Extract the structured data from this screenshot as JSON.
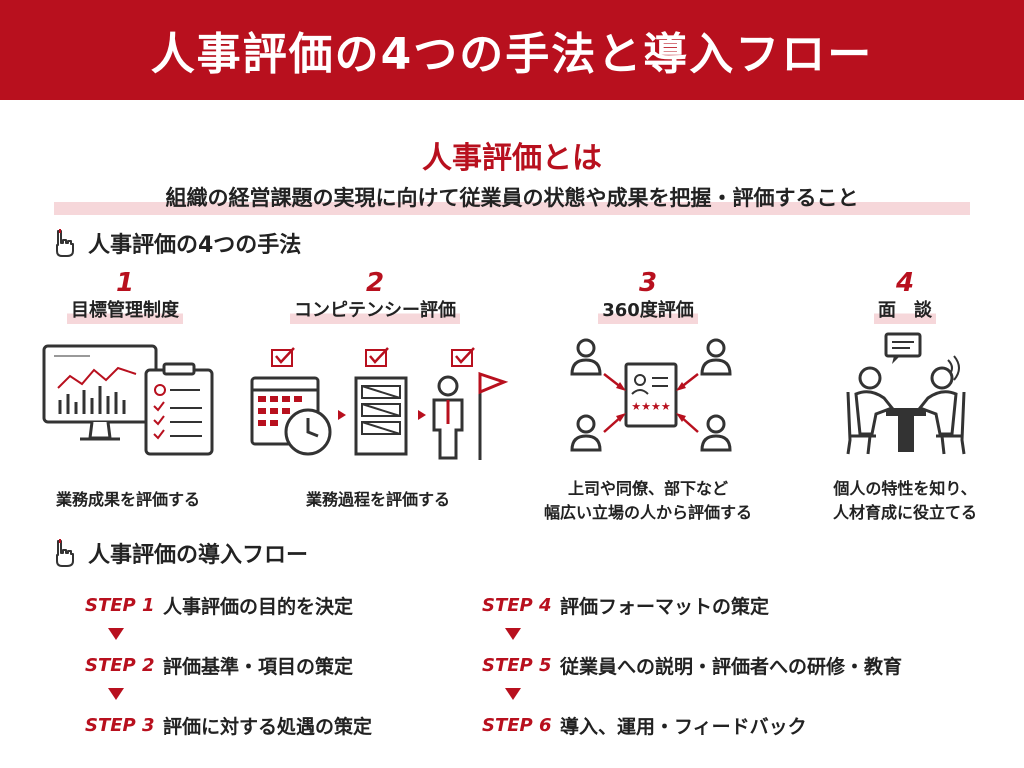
{
  "banner": {
    "title": "人事評価の4つの手法と導入フロー"
  },
  "definition": {
    "title": "人事評価とは",
    "text": "組織の経営課題の実現に向けて従業員の状態や成果を把握・評価すること"
  },
  "methods_section": {
    "heading": "人事評価の4つの手法"
  },
  "methods": [
    {
      "number": "1",
      "name": "目標管理制度",
      "desc1": "業務成果を評価する",
      "desc2": ""
    },
    {
      "number": "2",
      "name": "コンピテンシー評価",
      "desc1": "業務過程を評価する",
      "desc2": ""
    },
    {
      "number": "3",
      "name": "360度評価",
      "desc1": "上司や同僚、部下など",
      "desc2": "幅広い立場の人から評価する"
    },
    {
      "number": "4",
      "name": "面　談",
      "desc1": "個人の特性を知り、",
      "desc2": "人材育成に役立てる"
    }
  ],
  "flow_section": {
    "heading": "人事評価の導入フロー"
  },
  "steps": [
    {
      "label": "STEP 1",
      "text": "人事評価の目的を決定"
    },
    {
      "label": "STEP 2",
      "text": "評価基準・項目の策定"
    },
    {
      "label": "STEP 3",
      "text": "評価に対する処遇の策定"
    },
    {
      "label": "STEP 4",
      "text": "評価フォーマットの策定"
    },
    {
      "label": "STEP 5",
      "text": "従業員への説明・評価者への研修・教育"
    },
    {
      "label": "STEP 6",
      "text": "導入、運用・フィードバック"
    }
  ],
  "colors": {
    "accent": "#b8101e",
    "highlight": "#f6d7da",
    "icon": "#333333"
  }
}
